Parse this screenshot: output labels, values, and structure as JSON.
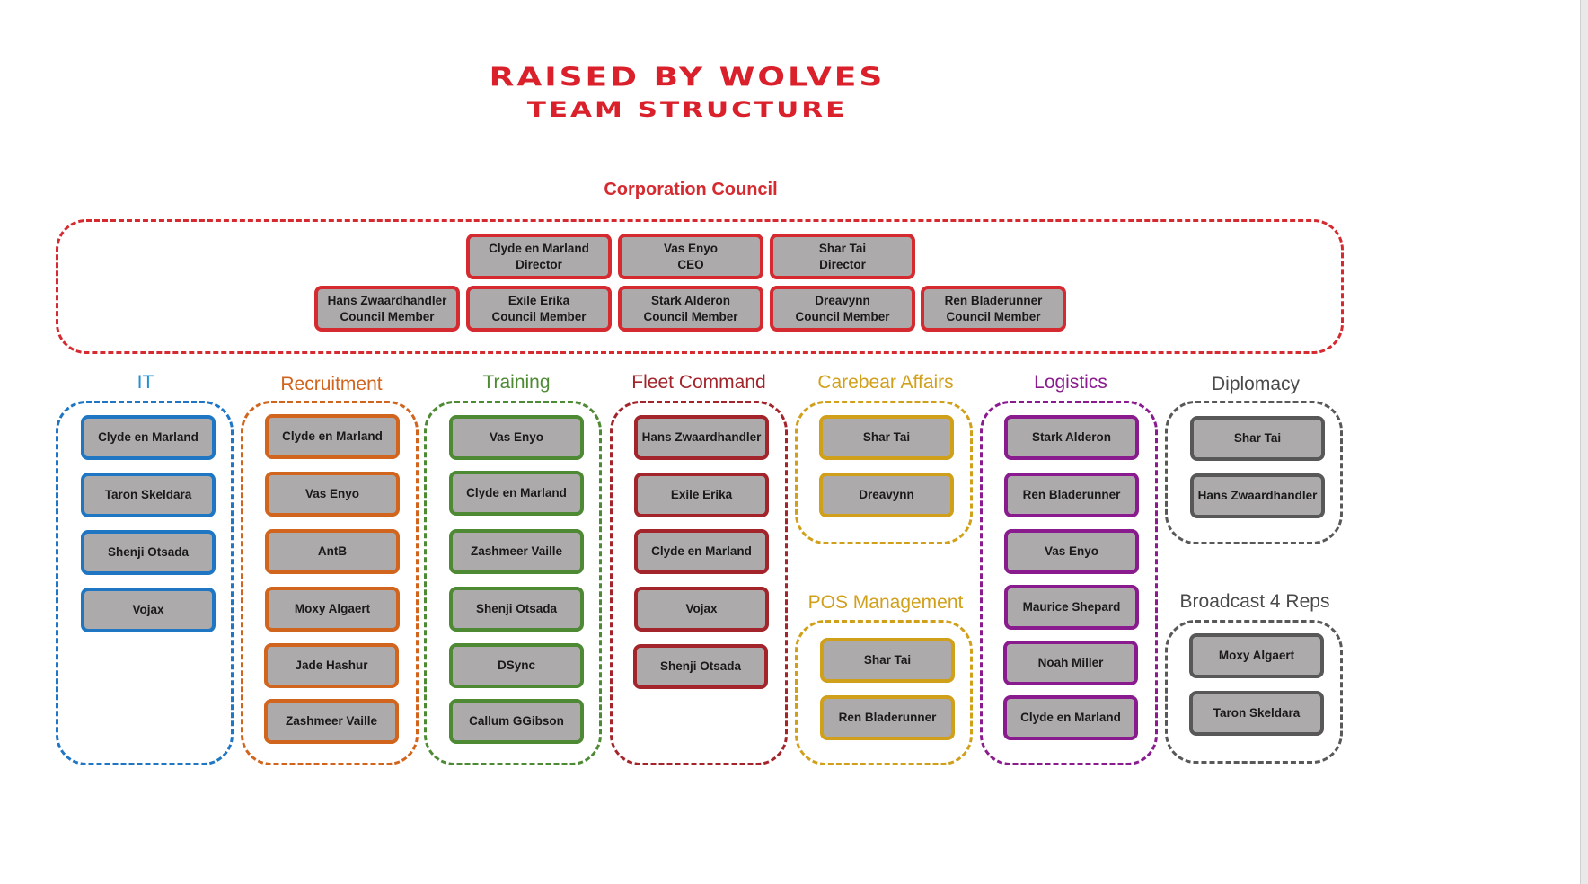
{
  "title": {
    "line1": "Raised By Wolves",
    "line2": "Team Structure"
  },
  "colors": {
    "council": "#d42a30",
    "it": "#1f77c4",
    "recruitment": "#d1651e",
    "training": "#4e8a34",
    "fleet": "#a3242a",
    "carebear": "#d1a01b",
    "logistics": "#8a1b8f",
    "diplomacy": "#585858"
  },
  "council": {
    "label": "Corporation Council",
    "row1": [
      {
        "name": "Clyde en Marland",
        "role": "Director"
      },
      {
        "name": "Vas Enyo",
        "role": "CEO"
      },
      {
        "name": "Shar Tai",
        "role": "Director"
      }
    ],
    "row2": [
      {
        "name": "Hans Zwaardhandler",
        "role": "Council Member"
      },
      {
        "name": "Exile Erika",
        "role": "Council Member"
      },
      {
        "name": "Stark Alderon",
        "role": "Council Member"
      },
      {
        "name": "Dreavynn",
        "role": "Council Member"
      },
      {
        "name": "Ren Bladerunner",
        "role": "Council Member"
      }
    ]
  },
  "it": {
    "label": "IT",
    "members": [
      "Clyde en Marland",
      "Taron Skeldara",
      "Shenji Otsada",
      "Vojax"
    ]
  },
  "recruitment": {
    "label": "Recruitment",
    "members": [
      "Clyde en Marland",
      "Vas Enyo",
      "AntB",
      "Moxy Algaert",
      "Jade Hashur",
      "Zashmeer Vaille"
    ]
  },
  "training": {
    "label": "Training",
    "members": [
      "Vas Enyo",
      "Clyde en Marland",
      "Zashmeer Vaille",
      "Shenji Otsada",
      "DSync",
      "Callum GGibson"
    ]
  },
  "fleet": {
    "label": "Fleet Command",
    "members": [
      "Hans Zwaardhandler",
      "Exile Erika",
      "Clyde en Marland",
      "Vojax",
      "Shenji Otsada"
    ]
  },
  "carebear": {
    "label": "Carebear Affairs",
    "members": [
      "Shar Tai",
      "Dreavynn"
    ]
  },
  "pos": {
    "label": "POS Management",
    "members": [
      "Shar Tai",
      "Ren Bladerunner"
    ]
  },
  "logistics": {
    "label": "Logistics",
    "members": [
      "Stark Alderon",
      "Ren Bladerunner",
      "Vas Enyo",
      "Maurice Shepard",
      "Noah Miller",
      "Clyde en Marland"
    ]
  },
  "diplomacy": {
    "label": "Diplomacy",
    "members": [
      "Shar Tai",
      "Hans Zwaardhandler"
    ]
  },
  "broadcast": {
    "label": "Broadcast 4 Reps",
    "members": [
      "Moxy Algaert",
      "Taron Skeldara"
    ]
  }
}
